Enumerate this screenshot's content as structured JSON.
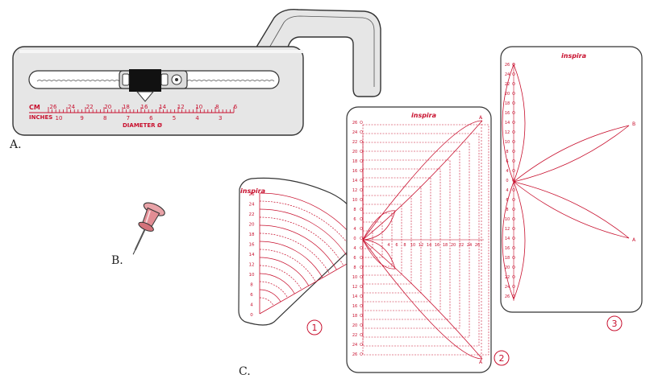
{
  "labels": {
    "a": "A.",
    "b": "B.",
    "c": "C."
  },
  "ruler": {
    "cm_label": "CM",
    "inches_label": "INCHES",
    "diameter_label": "DIAMETER Ø",
    "cm_ticks": [
      "26",
      "24",
      "22",
      "20",
      "18",
      "16",
      "14",
      "12",
      "10",
      "8",
      "6"
    ],
    "inch_ticks": [
      "10",
      "9",
      "8",
      "7",
      "6",
      "5",
      "4",
      "3"
    ]
  },
  "templates": {
    "brand": "inspira",
    "t1": {
      "number": "1",
      "scale": [
        "0",
        "4",
        "6",
        "8",
        "10",
        "12",
        "14",
        "16",
        "18",
        "20",
        "22",
        "24",
        "26"
      ]
    },
    "t2": {
      "number": "2",
      "corner": "A",
      "side_scale": [
        "26",
        "24",
        "22",
        "20",
        "18",
        "16",
        "14",
        "12",
        "10",
        "8",
        "6",
        "4",
        "0",
        "4",
        "6",
        "8",
        "10",
        "12",
        "14",
        "16",
        "18",
        "20",
        "22",
        "24",
        "26"
      ],
      "bottom_scale": [
        "4",
        "6",
        "8",
        "10",
        "12",
        "14",
        "16",
        "18",
        "20",
        "22",
        "24",
        "26"
      ]
    },
    "t3": {
      "number": "3",
      "mark_b": "B",
      "mark_a": "A",
      "side_scale": [
        "26",
        "24",
        "22",
        "20",
        "18",
        "16",
        "14",
        "12",
        "10",
        "8",
        "6",
        "4",
        "0",
        "4",
        "6",
        "8",
        "10",
        "12",
        "14",
        "16",
        "18",
        "20",
        "22",
        "24",
        "26"
      ]
    }
  },
  "colors": {
    "accent": "#c8102e",
    "line": "#333333",
    "metal": "#e6e6e6"
  }
}
